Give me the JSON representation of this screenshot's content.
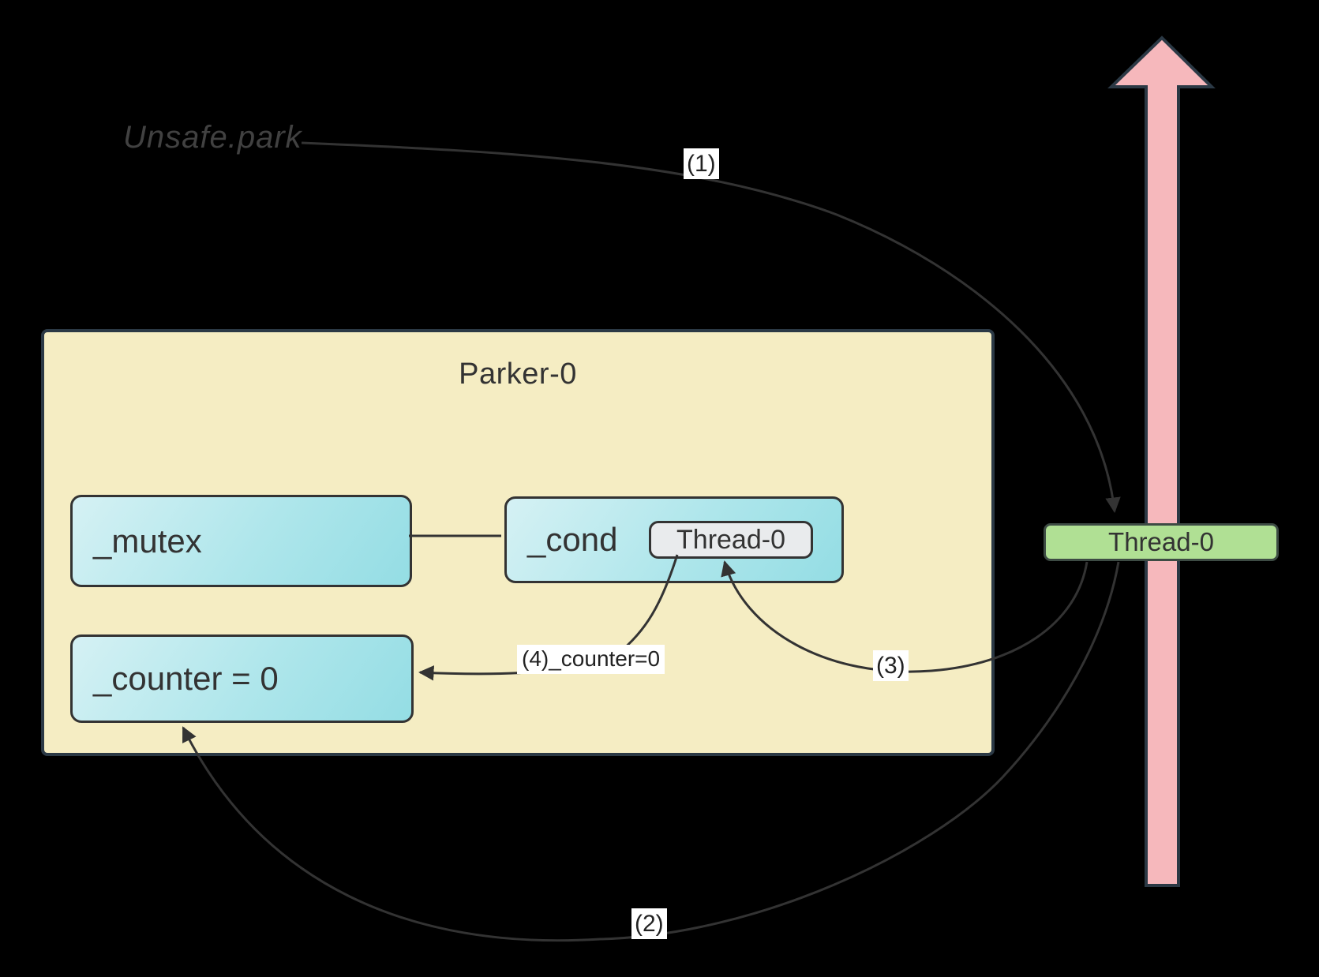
{
  "colors": {
    "background": "#000000",
    "parker_fill": "#F5EDC3",
    "parker_border": "#2B3945",
    "field_border": "#333333",
    "chip_fill": "#E9EBED",
    "thread_label_fill": "#B0E094",
    "thread_label_border": "#3D4B44",
    "thread_arrow_fill": "#F6B8BC",
    "connector": "#333333",
    "note_text": "#414141"
  },
  "annotation": {
    "method_label": "Unsafe.park"
  },
  "parker": {
    "title": "Parker-0",
    "fields": {
      "mutex": "_mutex",
      "cond": "_cond",
      "counter": "_counter = 0"
    },
    "cond_owner": "Thread-0"
  },
  "thread": {
    "label": "Thread-0"
  },
  "steps": {
    "s1": "(1)",
    "s2": "(2)",
    "s3": "(3)",
    "s4": "(4)_counter=0"
  }
}
